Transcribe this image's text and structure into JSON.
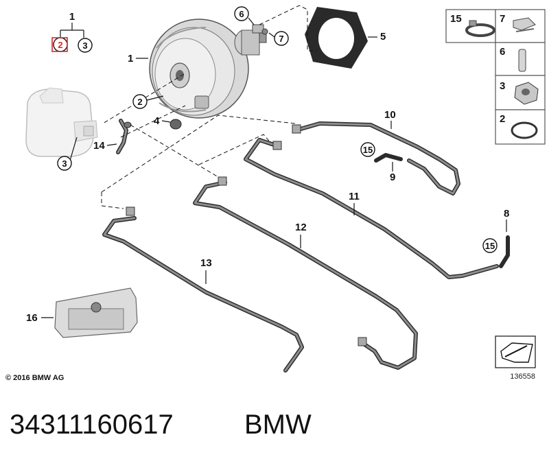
{
  "callouts": {
    "c1_top": "1",
    "c2_top": "2",
    "c3_top": "3",
    "c1": "1",
    "c2": "2",
    "c3": "3",
    "c4": "4",
    "c5": "5",
    "c6": "6",
    "c7": "7",
    "c8": "8",
    "c9": "9",
    "c10": "10",
    "c11": "11",
    "c12": "12",
    "c13": "13",
    "c14": "14",
    "c15a": "15",
    "c15b": "15",
    "c16": "16"
  },
  "legend_box": {
    "r1a": "15",
    "r1b": "7",
    "r2": "6",
    "r3": "3",
    "r4": "2"
  },
  "copyright": "© 2016 BMW AG",
  "diagram_number": "136558",
  "part_number": "34311160617",
  "brand": "BMW",
  "highlight_color": "#d62828"
}
